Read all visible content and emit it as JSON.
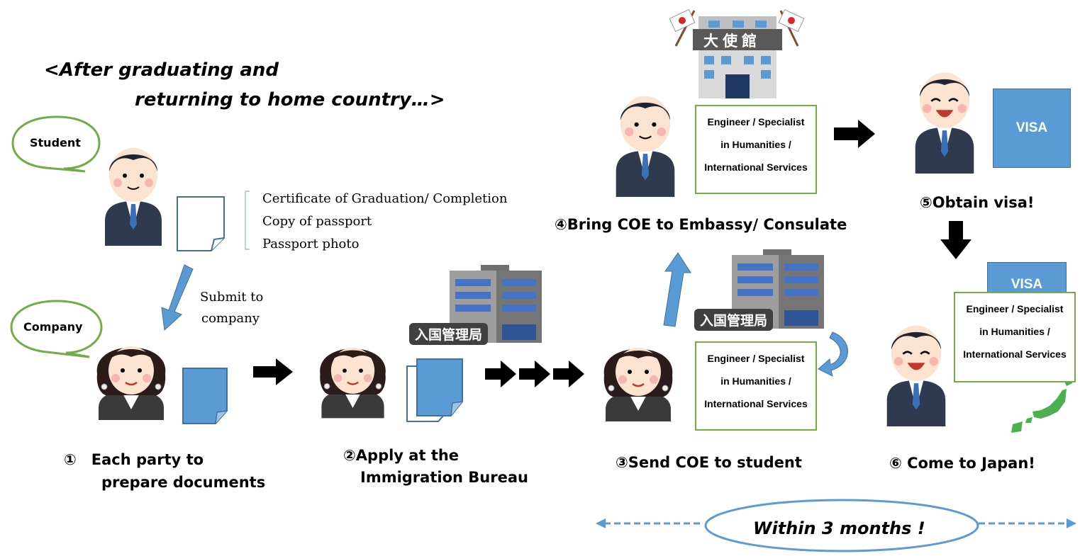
{
  "title": {
    "line1": "<After graduating and",
    "line2": "returning to home country…>"
  },
  "bubbles": {
    "student": "Student",
    "company": "Company"
  },
  "documents": {
    "items": [
      "Certificate of Graduation/ Completion",
      "Copy of passport",
      "Passport photo"
    ],
    "submit_line1": "Submit to",
    "submit_line2": "company"
  },
  "signs": {
    "bureau": "入国管理局",
    "embassy": "大使館"
  },
  "permit": {
    "line1": "Engineer / Specialist",
    "line2": "in Humanities /",
    "line3": "International Services"
  },
  "visa_label": "VISA",
  "steps": {
    "s1_line1": "①　Each party to",
    "s1_line2": "prepare documents",
    "s2_line1": "②Apply at the",
    "s2_line2": "Immigration Bureau",
    "s3": "③Send COE to student",
    "s4": "④Bring COE to Embassy/ Consulate",
    "s5": "⑤Obtain visa!",
    "s6": "⑥ Come to Japan!"
  },
  "timeline": "Within 3 months !",
  "colors": {
    "blue": "#5b9bd5",
    "green": "#70ad47",
    "dark": "#404040",
    "suit": "#2f3a4f",
    "skin": "#fbe3cf"
  }
}
